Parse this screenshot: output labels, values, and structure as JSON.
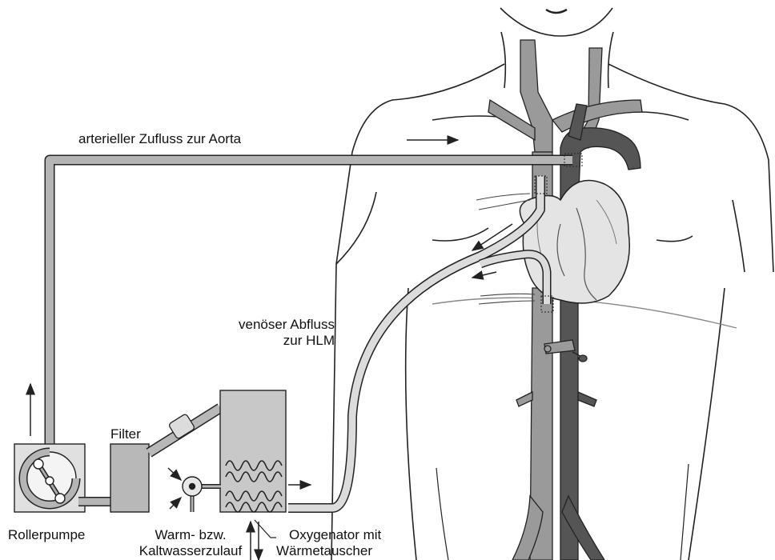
{
  "labels": {
    "arterial": "arterieller Zufluss zur Aorta",
    "venous_line1": "venöser Abfluss",
    "venous_line2": "zur HLM",
    "filter": "Filter",
    "pump": "Rollerpumpe",
    "water_line1": "Warm- bzw.",
    "water_line2": "Kaltwasserzulauf",
    "oxygenator_line1": "Oxygenator mit",
    "oxygenator_line2": "Wärmetauscher"
  },
  "colors": {
    "outline": "#222222",
    "tube": "#b5b5b5",
    "tube_light": "#dcdcdc",
    "vein": "#9a9a9a",
    "aorta": "#555555",
    "heart": "#e4e4e4",
    "device": "#c8c8c8",
    "pump_housing": "#e0e0e0"
  }
}
